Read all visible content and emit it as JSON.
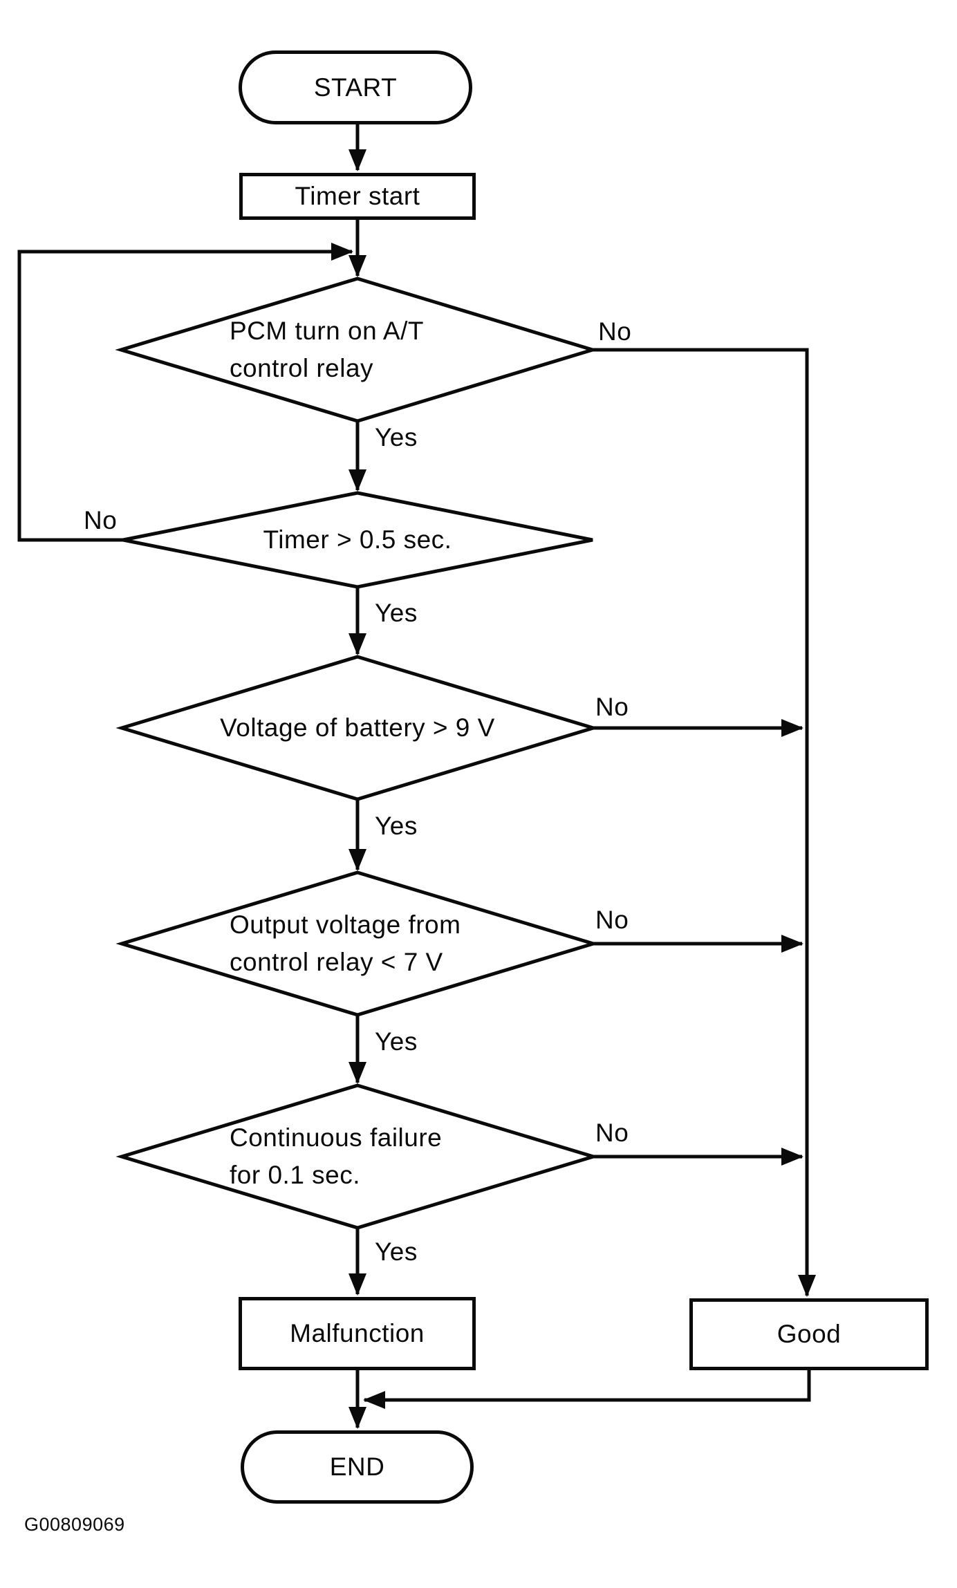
{
  "figure_id": "G00809069",
  "colors": {
    "ink": "#0a0a0a",
    "paper": "#ffffff"
  },
  "flowchart": {
    "start_label": "START",
    "timer_start_label": "Timer start",
    "yes_label": "Yes",
    "no_label": "No",
    "decisions": [
      {
        "name": "pcm-relay",
        "line1": "PCM turn on A/T",
        "line2": "control relay"
      },
      {
        "name": "timer",
        "line1": "Timer > 0.5 sec."
      },
      {
        "name": "battery-voltage",
        "line1": "Voltage of battery > 9 V"
      },
      {
        "name": "output-voltage",
        "line1": "Output voltage from",
        "line2": "control relay < 7 V"
      },
      {
        "name": "continuous-failure",
        "line1": "Continuous failure",
        "line2": "for 0.1 sec."
      }
    ],
    "malfunction_label": "Malfunction",
    "good_label": "Good",
    "end_label": "END"
  }
}
